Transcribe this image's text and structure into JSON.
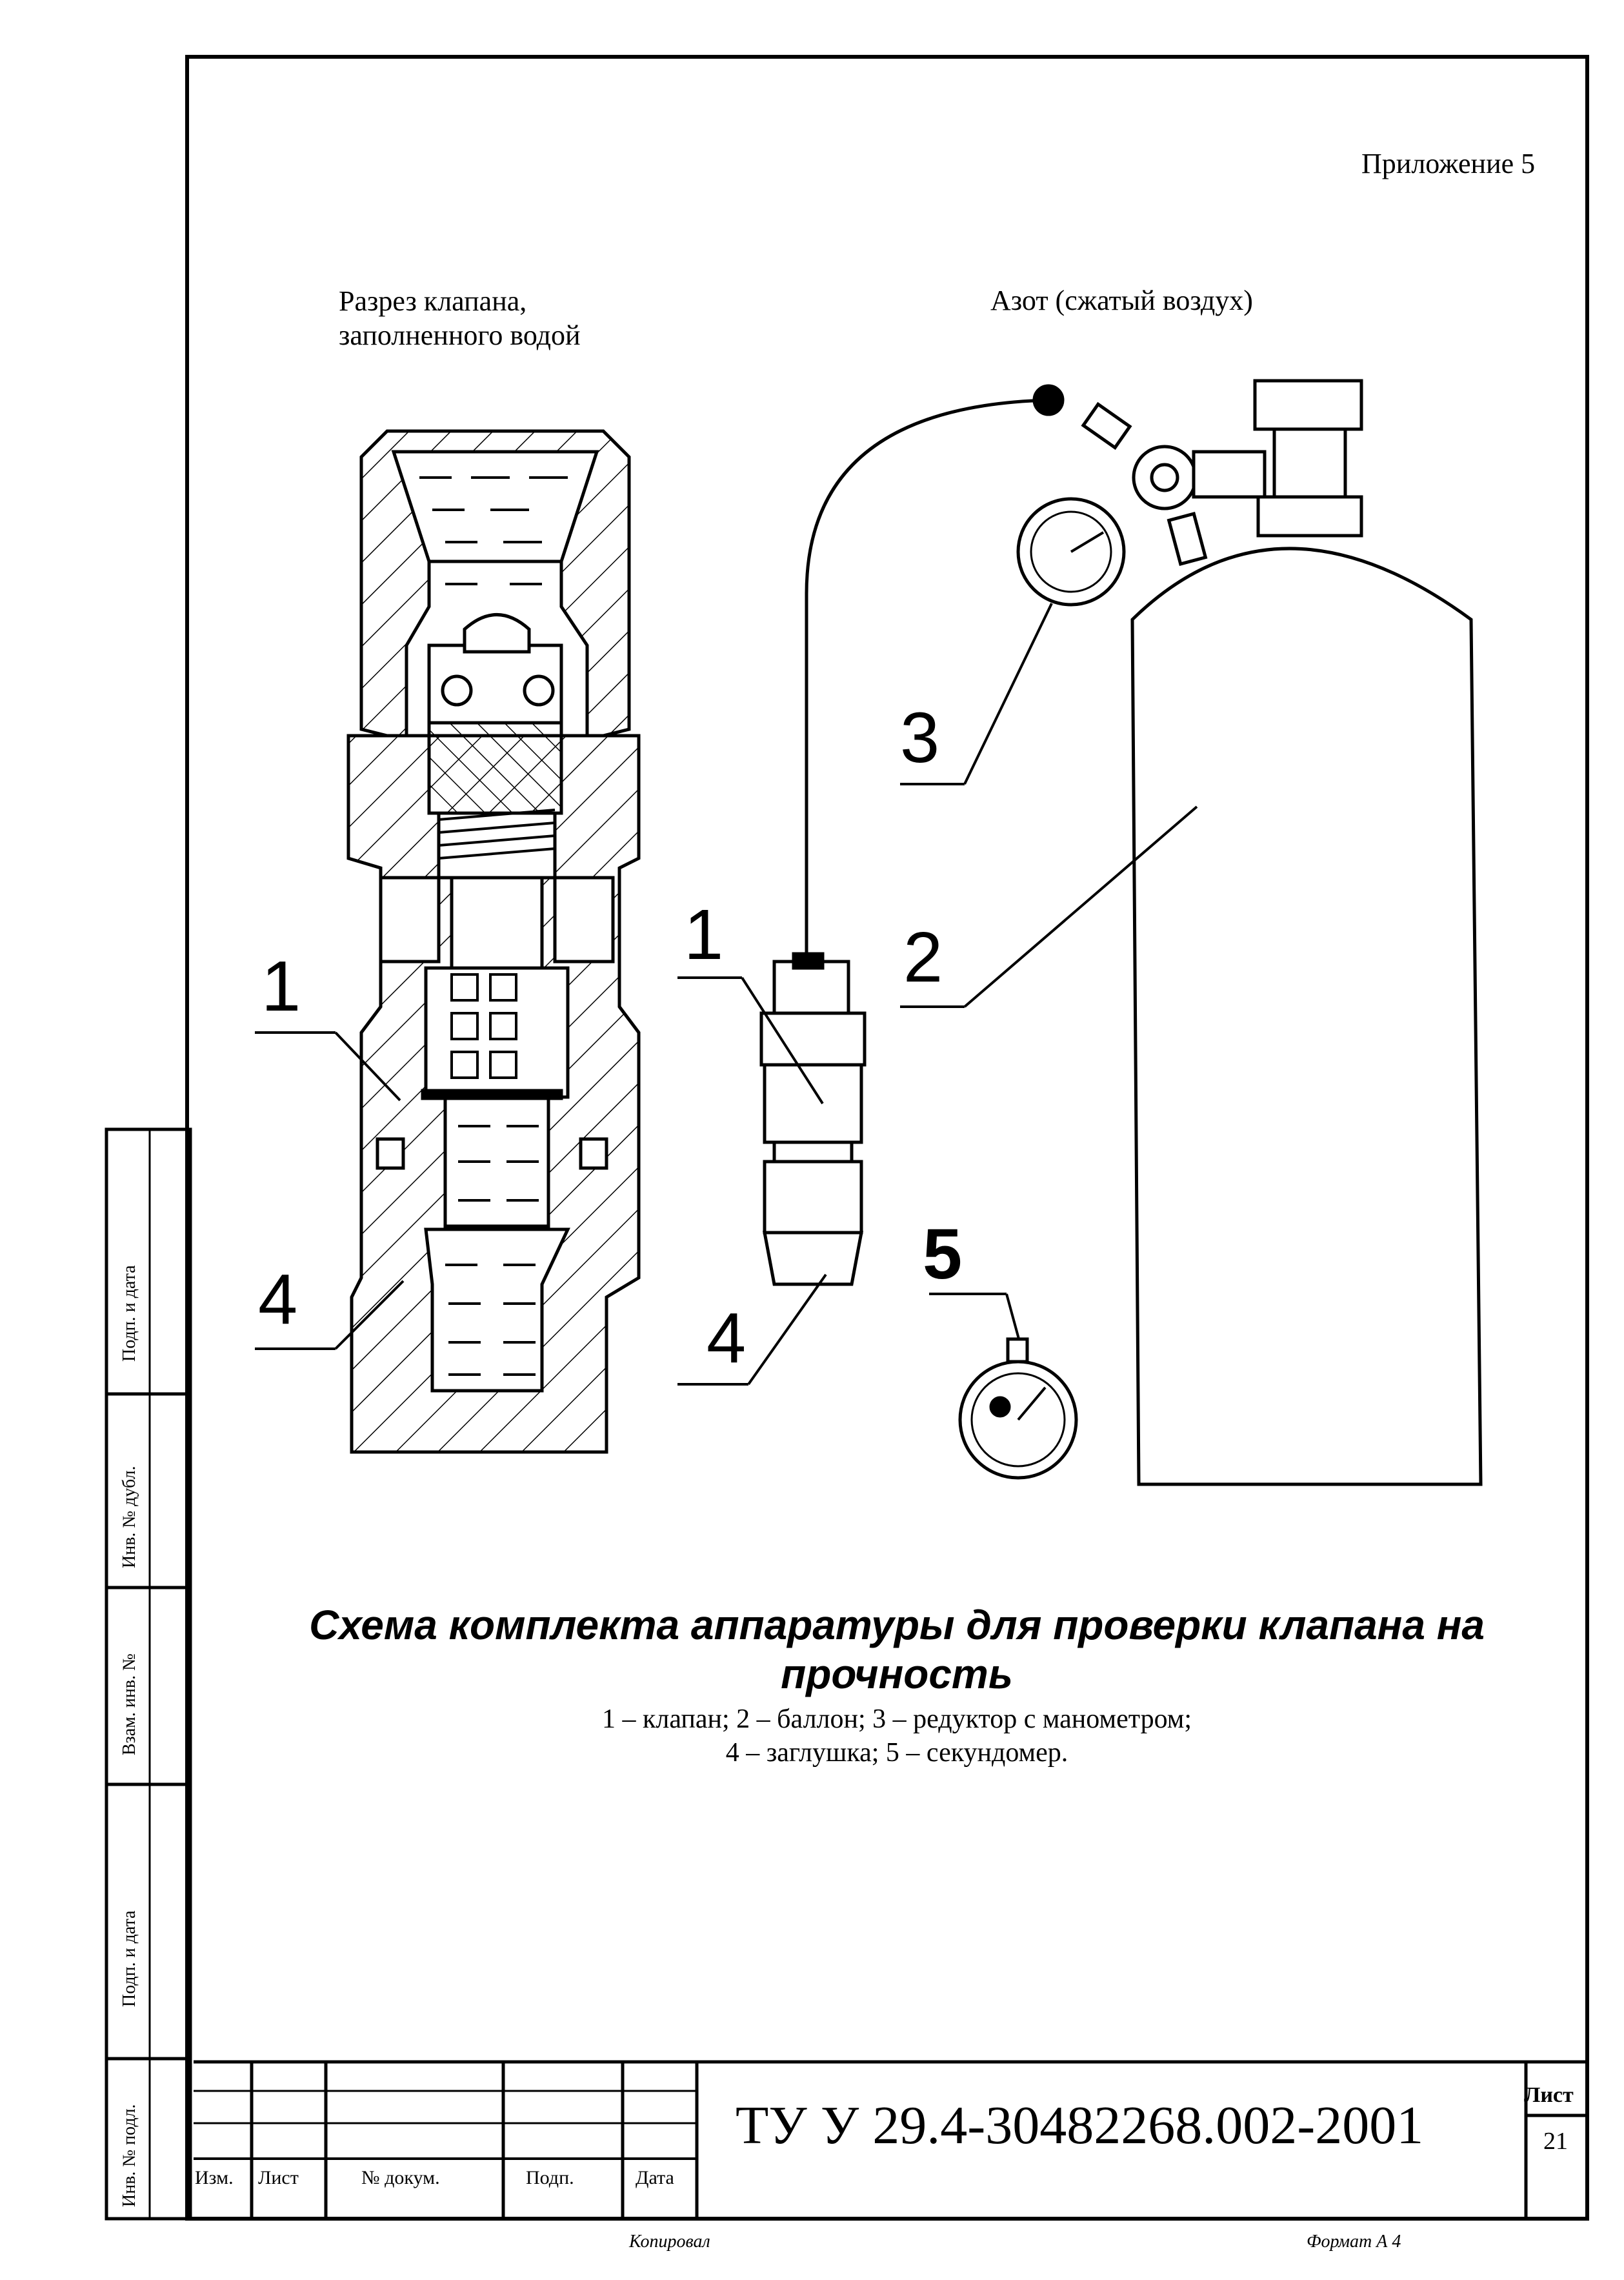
{
  "appendix": "Приложение 5",
  "labels": {
    "section_line1": "Разрез клапана,",
    "section_line2": "заполненного водой",
    "gas": "Азот (сжатый воздух)"
  },
  "callouts": {
    "c1a": "1",
    "c4a": "4",
    "c1b": "1",
    "c4b": "4",
    "c3": "3",
    "c2": "2",
    "c5": "5"
  },
  "caption": {
    "title": "Схема комплекта аппаратуры для проверки клапана на прочность",
    "legend_line1": "1 – клапан; 2 – баллон; 3 – редуктор с манометром;",
    "legend_line2": "4 – заглушка;  5 – секундомер."
  },
  "title_block": {
    "doc_code": "ТУ У 29.4-30482268.002-2001",
    "sheet_label": "Лист",
    "sheet_number": "21",
    "headers": [
      "Изм.",
      "Лист",
      "№ докум.",
      "Подп.",
      "Дата"
    ],
    "copied": "Копировал",
    "format": "Формат А 4"
  },
  "side_stamp": [
    "Подп. и дата",
    "Инв. № дубл.",
    "Взам. инв. №",
    "Подп. и дата",
    "Инв. № подл."
  ]
}
